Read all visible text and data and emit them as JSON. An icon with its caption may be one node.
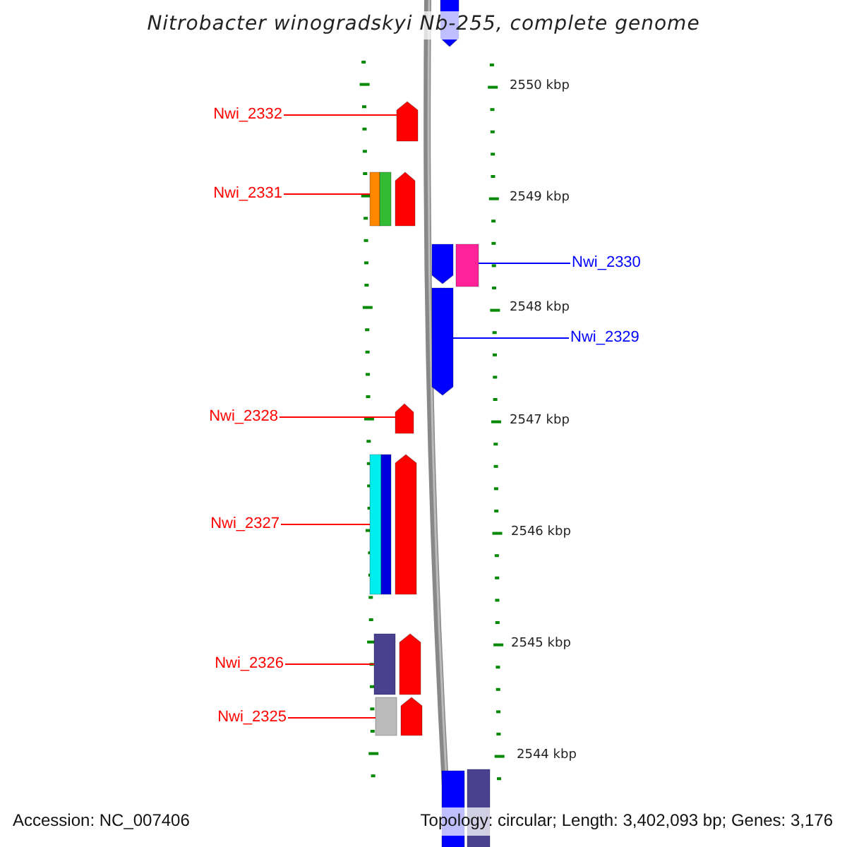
{
  "diagram": {
    "title": "Nitrobacter winogradskyi Nb-255, complete genome",
    "nodes": [
      {
        "text": [],
        "shape": "bar"
      },
      {
        "text": [
          "Nwi_2332"
        ]
      },
      {
        "text": [],
        "shape": "bar"
      },
      {
        "text": [
          "Nwi_2331"
        ]
      },
      {
        "text": [],
        "shape": "bar"
      },
      {
        "text": [],
        "shape": "bar"
      },
      {
        "text": [],
        "shape": "bar"
      },
      {
        "text": [],
        "shape": "bar"
      },
      {
        "text": [],
        "shape": "bar"
      },
      {
        "text": [
          "Nwi_2330"
        ]
      },
      {
        "text": [],
        "shape": "bar"
      },
      {
        "text": [
          "Nwi_2329"
        ]
      },
      {
        "text": [],
        "shape": "bar"
      },
      {
        "text": [
          "Nwi_2328"
        ]
      },
      {
        "text": [],
        "shape": "bar"
      },
      {
        "text": [],
        "shape": "bar"
      },
      {
        "text": [],
        "shape": "bar"
      },
      {
        "text": [
          "Nwi_2327"
        ]
      },
      {
        "text": [],
        "shape": "bar"
      },
      {
        "text": [],
        "shape": "bar"
      },
      {
        "text": [
          "Nwi_2326"
        ]
      },
      {
        "text": [],
        "shape": "bar"
      },
      {
        "text": [],
        "shape": "bar"
      },
      {
        "text": [
          "Nwi_2325"
        ]
      },
      {
        "text": [],
        "shape": "bar"
      },
      {
        "text": [],
        "shape": "bar"
      }
    ],
    "edges": [
      {
        "from": 1,
        "to": 2,
        "arrow": "none"
      },
      {
        "from": 3,
        "to": 4,
        "arrow": "none"
      },
      {
        "from": 9,
        "to": 8,
        "arrow": "none",
        "color": "#0000ff"
      },
      {
        "from": 11,
        "to": 10,
        "arrow": "none",
        "color": "#0000ff"
      },
      {
        "from": 13,
        "to": 12,
        "arrow": "none"
      },
      {
        "from": 17,
        "to": 14,
        "arrow": "none"
      },
      {
        "from": 20,
        "to": 18,
        "arrow": "none"
      },
      {
        "from": 23,
        "to": 21,
        "arrow": "none"
      }
    ],
    "labels": [
      "2550 kbp",
      "2549 kbp",
      "2548 kbp",
      "2547 kbp",
      "2546 kbp",
      "2545 kbp",
      "2544 kbp",
      "Accession: NC_007406",
      "Topology: circular; Length: 3,402,093 bp; Genes: 3,176"
    ]
  }
}
